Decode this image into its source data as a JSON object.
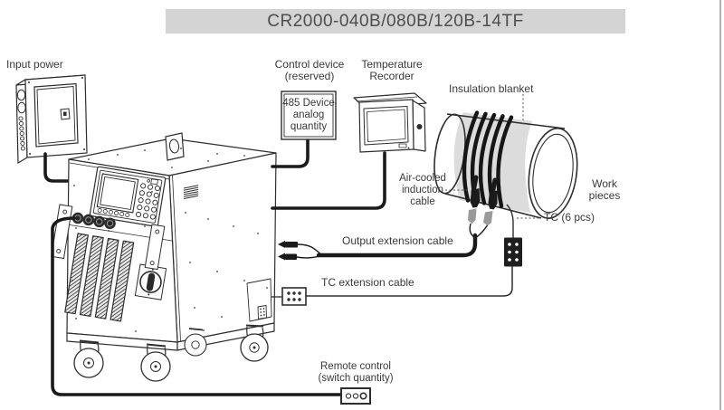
{
  "title": "CR2000-040B/080B/120B-14TF",
  "labels": {
    "input_power": "Input power",
    "control_device": [
      "Control device",
      "(reserved)"
    ],
    "device_485": [
      "485 Device",
      "analog",
      "quantity"
    ],
    "temperature_recorder": [
      "Temperature",
      "Recorder"
    ],
    "insulation_blanket": "Insulation blanket",
    "air_cooled": [
      "Air-cooled",
      "induction",
      "cable"
    ],
    "work_pieces": [
      "Work",
      "pieces"
    ],
    "tc_count": "TC (6 pcs)",
    "output_extension_cable": "Output extension cable",
    "tc_extension_cable": "TC extension cable",
    "remote_control": [
      "Remote control",
      "(switch quantity)"
    ]
  },
  "colors": {
    "banner_bg": "#d4d4d4",
    "banner_text": "#4d4d4d",
    "line_art": "#2e2e2e",
    "label_text": "#3a3a3a",
    "cable_black": "#1a1a1a",
    "insulation_gray": "#dcdcdc",
    "connector_gray": "#9a9a9a",
    "page_edge": "#b3b3b3"
  }
}
